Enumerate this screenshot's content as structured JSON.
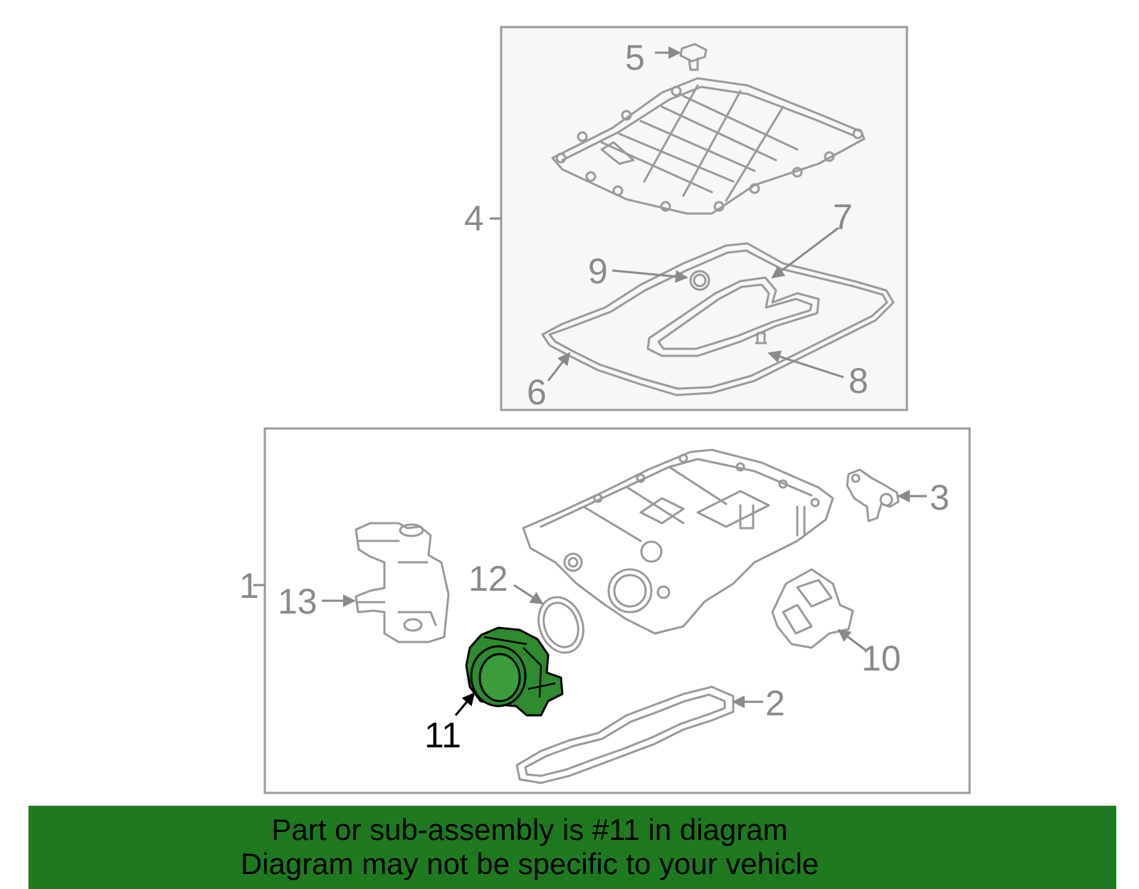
{
  "colors": {
    "banner_bg": "#1f7a1f",
    "highlight_part": "#2e8b2e",
    "line": "#9a9a9a",
    "callout_text": "#8a8a8a",
    "highlight_text": "#000000"
  },
  "callouts": {
    "c1": "1",
    "c2": "2",
    "c3": "3",
    "c4": "4",
    "c5": "5",
    "c6": "6",
    "c7": "7",
    "c8": "8",
    "c9": "9",
    "c10": "10",
    "c11": "11",
    "c12": "12",
    "c13": "13"
  },
  "highlighted_callout": "11",
  "banner": {
    "line1": "Part or sub-assembly is #11 in diagram",
    "line2": "Diagram may not be specific to your vehicle"
  }
}
